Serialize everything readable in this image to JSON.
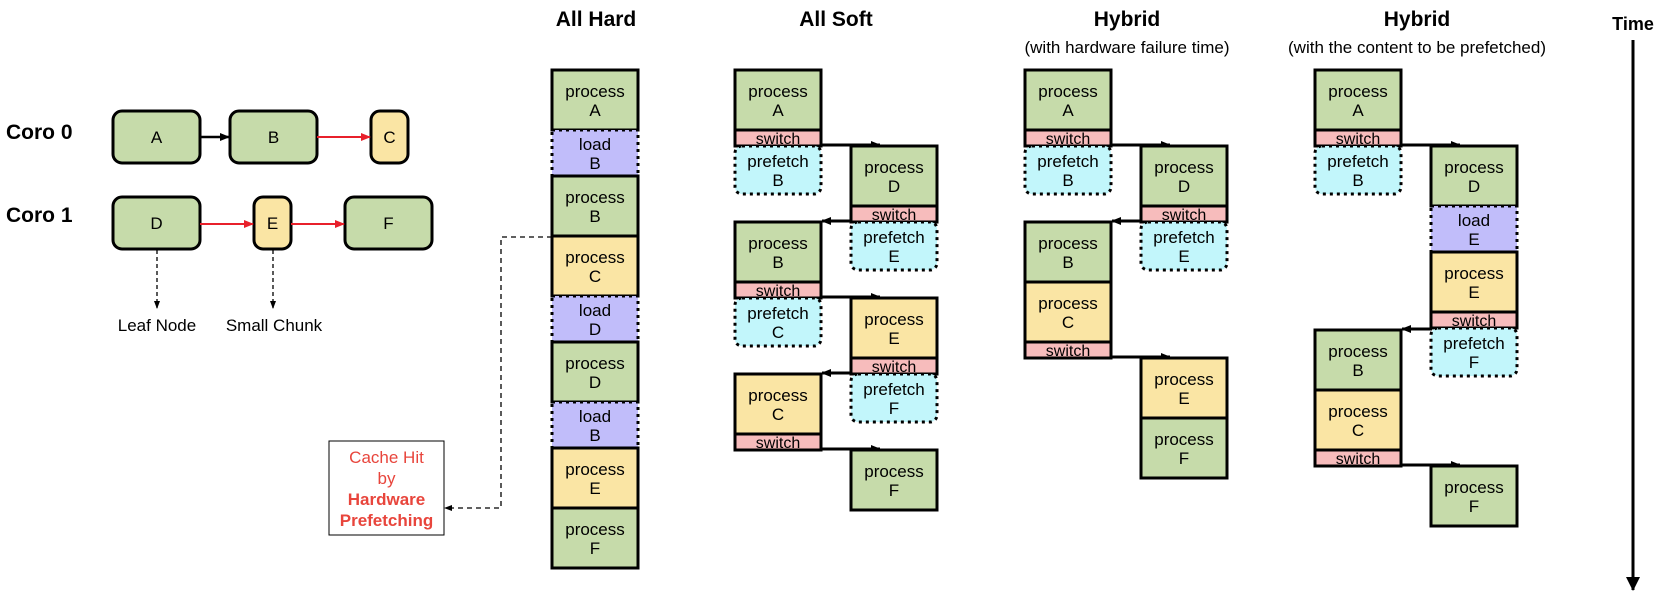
{
  "legend": {
    "coro0": {
      "label": "Coro 0",
      "nodes": [
        "A",
        "B",
        "C"
      ]
    },
    "coro1": {
      "label": "Coro 1",
      "nodes": [
        "D",
        "E",
        "F"
      ]
    },
    "leaf_node": "Leaf Node",
    "small_chunk": "Small Chunk"
  },
  "cache_hit": {
    "line1": "Cache Hit",
    "line2": "by",
    "line3": "Hardware",
    "line4": "Prefetching"
  },
  "time_label": "Time",
  "colors": {
    "process_green": "#c6dbaa",
    "process_yellow": "#fae5a4",
    "load": "#c1bdfa",
    "prefetch": "#c2f6fb",
    "switch": "#f7bcbc",
    "red_arrow": "#e8202b",
    "cache_hit_text": "#e8453c"
  },
  "columns": [
    {
      "title": "All Hard",
      "subtitle": "",
      "blocks": [
        {
          "kind": "process",
          "color": "green",
          "line1": "process",
          "line2": "A"
        },
        {
          "kind": "load",
          "line1": "load",
          "line2": "B"
        },
        {
          "kind": "process",
          "color": "green",
          "line1": "process",
          "line2": "B"
        },
        {
          "kind": "process",
          "color": "yellow",
          "line1": "process",
          "line2": "C"
        },
        {
          "kind": "load",
          "line1": "load",
          "line2": "D"
        },
        {
          "kind": "process",
          "color": "green",
          "line1": "process",
          "line2": "D"
        },
        {
          "kind": "load",
          "line1": "load",
          "line2": "B"
        },
        {
          "kind": "process",
          "color": "yellow",
          "line1": "process",
          "line2": "E"
        },
        {
          "kind": "process",
          "color": "green",
          "line1": "process",
          "line2": "F"
        }
      ]
    },
    {
      "title": "All Soft",
      "subtitle": "",
      "blocks": [
        {
          "kind": "process",
          "color": "green",
          "line1": "process",
          "line2": "A"
        },
        {
          "kind": "switch",
          "line1": "switch"
        },
        {
          "kind": "prefetch",
          "line1": "prefetch",
          "line2": "B"
        },
        {
          "kind": "process",
          "color": "green",
          "line1": "process",
          "line2": "D"
        },
        {
          "kind": "switch",
          "line1": "switch"
        },
        {
          "kind": "prefetch",
          "line1": "prefetch",
          "line2": "E"
        },
        {
          "kind": "process",
          "color": "green",
          "line1": "process",
          "line2": "B"
        },
        {
          "kind": "switch",
          "line1": "switch"
        },
        {
          "kind": "prefetch",
          "line1": "prefetch",
          "line2": "C"
        },
        {
          "kind": "process",
          "color": "yellow",
          "line1": "process",
          "line2": "E"
        },
        {
          "kind": "switch",
          "line1": "switch"
        },
        {
          "kind": "prefetch",
          "line1": "prefetch",
          "line2": "F"
        },
        {
          "kind": "process",
          "color": "yellow",
          "line1": "process",
          "line2": "C"
        },
        {
          "kind": "switch",
          "line1": "switch"
        },
        {
          "kind": "process",
          "color": "green",
          "line1": "process",
          "line2": "F"
        }
      ]
    },
    {
      "title": "Hybrid",
      "subtitle": "(with hardware failure time)",
      "blocks": [
        {
          "kind": "process",
          "color": "green",
          "line1": "process",
          "line2": "A"
        },
        {
          "kind": "switch",
          "line1": "switch"
        },
        {
          "kind": "prefetch",
          "line1": "prefetch",
          "line2": "B"
        },
        {
          "kind": "process",
          "color": "green",
          "line1": "process",
          "line2": "D"
        },
        {
          "kind": "switch",
          "line1": "switch"
        },
        {
          "kind": "prefetch",
          "line1": "prefetch",
          "line2": "E"
        },
        {
          "kind": "process",
          "color": "green",
          "line1": "process",
          "line2": "B"
        },
        {
          "kind": "process",
          "color": "yellow",
          "line1": "process",
          "line2": "C"
        },
        {
          "kind": "switch",
          "line1": "switch"
        },
        {
          "kind": "process",
          "color": "yellow",
          "line1": "process",
          "line2": "E"
        },
        {
          "kind": "process",
          "color": "green",
          "line1": "process",
          "line2": "F"
        }
      ]
    },
    {
      "title": "Hybrid",
      "subtitle": "(with the content to be prefetched)",
      "blocks": [
        {
          "kind": "process",
          "color": "green",
          "line1": "process",
          "line2": "A"
        },
        {
          "kind": "switch",
          "line1": "switch"
        },
        {
          "kind": "prefetch",
          "line1": "prefetch",
          "line2": "B"
        },
        {
          "kind": "process",
          "color": "green",
          "line1": "process",
          "line2": "D"
        },
        {
          "kind": "load",
          "line1": "load",
          "line2": "E"
        },
        {
          "kind": "process",
          "color": "yellow",
          "line1": "process",
          "line2": "E"
        },
        {
          "kind": "switch",
          "line1": "switch"
        },
        {
          "kind": "prefetch",
          "line1": "prefetch",
          "line2": "F"
        },
        {
          "kind": "process",
          "color": "green",
          "line1": "process",
          "line2": "B"
        },
        {
          "kind": "process",
          "color": "yellow",
          "line1": "process",
          "line2": "C"
        },
        {
          "kind": "switch",
          "line1": "switch"
        },
        {
          "kind": "process",
          "color": "green",
          "line1": "process",
          "line2": "F"
        }
      ]
    }
  ]
}
